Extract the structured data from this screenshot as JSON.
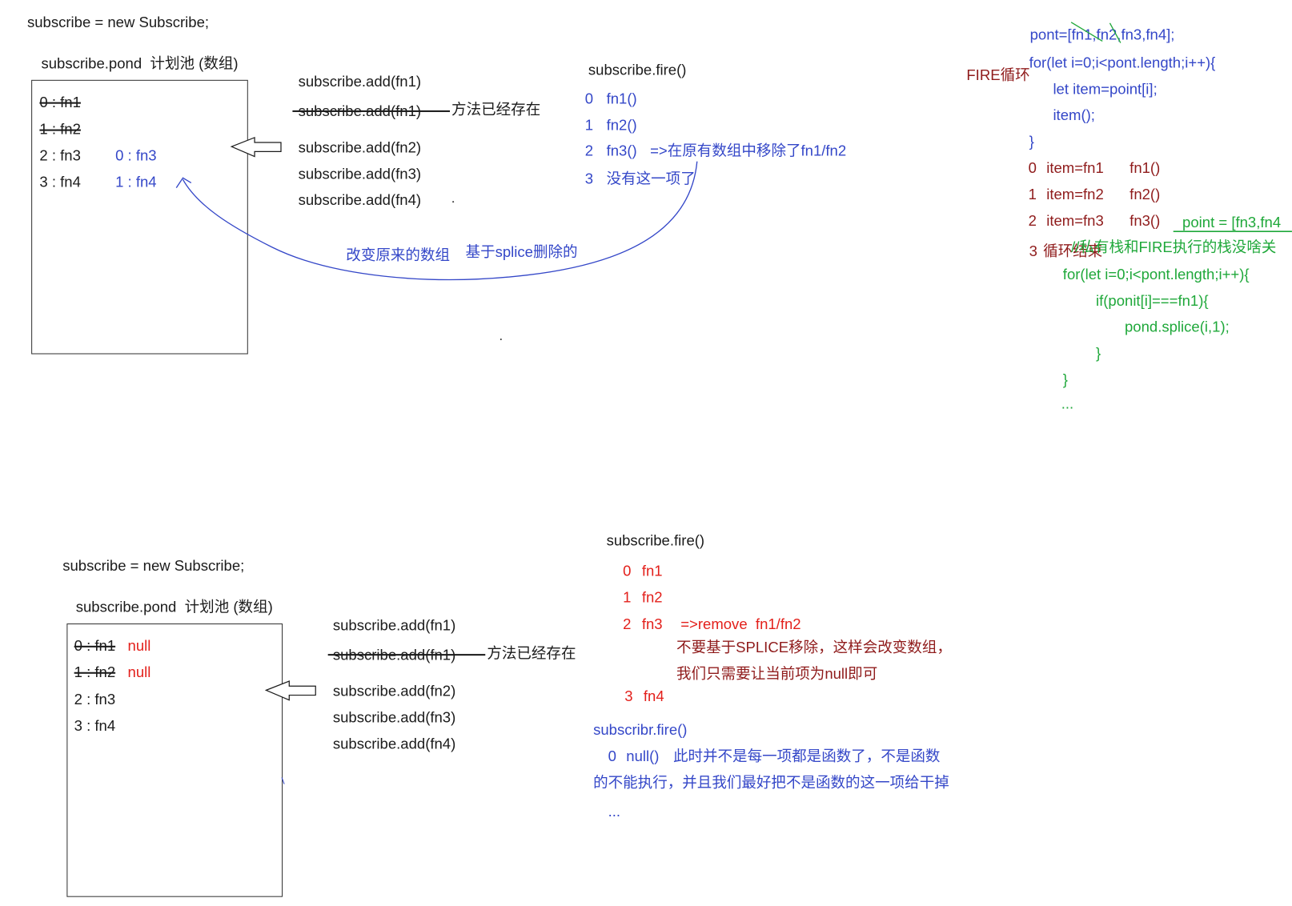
{
  "colors": {
    "text": "#1b1b1b",
    "blue": "#3447c8",
    "darkred": "#8f1b1b",
    "red": "#e3201b",
    "green": "#1fa83a"
  },
  "top": {
    "init": "subscribe = new Subscribe;",
    "pond_title": "subscribe.pond  计划池 (数组)",
    "pond_items": [
      "0 : fn1",
      "1 : fn2",
      "2 : fn3",
      "3 : fn4"
    ],
    "pond_items_new": [
      "0 : fn3",
      "1 : fn4"
    ],
    "add_calls": [
      "subscribe.add(fn1)",
      "subscribe.add(fn1)",
      "subscribe.add(fn2)",
      "subscribe.add(fn3)",
      "subscribe.add(fn4)"
    ],
    "exists_note": "方法已经存在",
    "fire_title": "subscribe.fire()",
    "fire_rows": [
      {
        "index": "0",
        "call": "fn1()"
      },
      {
        "index": "1",
        "call": "fn2()"
      },
      {
        "index": "2",
        "call": "fn3()",
        "note": "=>在原有数组中移除了fn1/fn2"
      },
      {
        "index": "3",
        "call": "没有这一项了"
      }
    ],
    "curve_notes": [
      "改变原来的数组",
      "基于splice删除的"
    ]
  },
  "loop": {
    "label": "FIRE循环",
    "code": [
      "pont=[fn1,fn2,fn3,fn4];",
      "for(let i=0;i<pont.length;i++){",
      "let item=point[i];",
      "item();",
      "}"
    ],
    "trace": [
      {
        "index": "0",
        "item": "item=fn1",
        "call": "fn1()"
      },
      {
        "index": "1",
        "item": "item=fn2",
        "call": "fn2()"
      },
      {
        "index": "2",
        "item": "item=fn3",
        "call": "fn3()"
      },
      {
        "index": "3",
        "item": "循环结束"
      }
    ],
    "splice_result": "point = [fn3,fn4",
    "comment": "//私有栈和FIRE执行的栈没啥关",
    "remove_code": [
      "for(let i=0;i<pont.length;i++){",
      "if(ponit[i]===fn1){",
      "pond.splice(i,1);",
      "}",
      "}",
      "..."
    ]
  },
  "bottom": {
    "init": "subscribe = new Subscribe;",
    "pond_title": "subscribe.pond  计划池 (数组)",
    "pond_items": [
      "0 : fn1",
      "1 : fn2",
      "2 : fn3",
      "3 : fn4"
    ],
    "null_marks": [
      "null",
      "null"
    ],
    "add_calls": [
      "subscribe.add(fn1)",
      "subscribe.add(fn1)",
      "subscribe.add(fn2)",
      "subscribe.add(fn3)",
      "subscribe.add(fn4)"
    ],
    "exists_note": "方法已经存在",
    "fire_title": "subscribe.fire()",
    "fire_rows": [
      {
        "index": "0",
        "call": "fn1"
      },
      {
        "index": "1",
        "call": "fn2"
      },
      {
        "index": "2",
        "call": "fn3",
        "note": "=>remove  fn1/fn2"
      },
      {
        "index": "3",
        "call": "fn4"
      }
    ],
    "advice": [
      "不要基于SPLICE移除，这样会改变数组，",
      "我们只需要让当前项为null即可"
    ],
    "fire2_title": "subscribr.fire()",
    "fire2_row": {
      "index": "0",
      "call": "null()",
      "note": "此时并不是每一项都是函数了，不是函数"
    },
    "fire2_note_cont": "的不能执行，并且我们最好把不是函数的这一项给干掉",
    "fire2_more": "..."
  }
}
